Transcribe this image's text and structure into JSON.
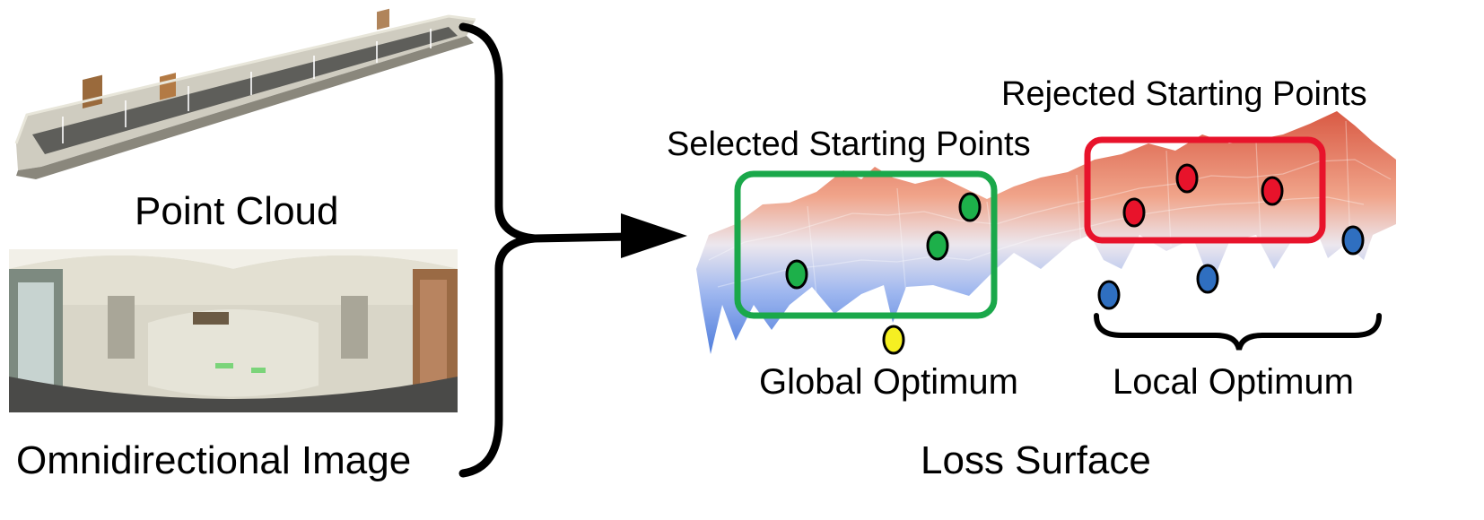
{
  "input_labels": {
    "point_cloud": "Point Cloud",
    "omni_image": "Omnidirectional Image"
  },
  "surface_labels": {
    "selected": "Selected Starting Points",
    "rejected": "Rejected Starting Points",
    "global": "Global Optimum",
    "local": "Local Optimum",
    "title": "Loss Surface"
  },
  "colors": {
    "selected_box": "#1aa84a",
    "rejected_box": "#e8132b",
    "selected_point": "#1db04a",
    "rejected_point": "#e8132b",
    "global_point": "#f5ef22",
    "local_point": "#2f6fc0",
    "surface_high": "#e06a50",
    "surface_low": "#5a86e0"
  }
}
